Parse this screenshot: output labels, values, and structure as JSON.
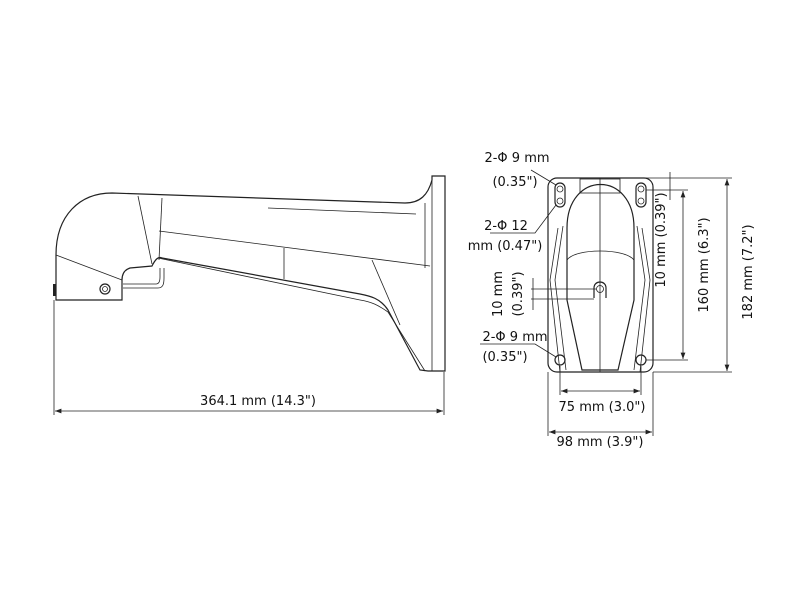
{
  "side_view": {
    "length_label": "364.1 mm (14.3\")"
  },
  "front_view": {
    "top_holes_label_1": "2-Φ 9 mm",
    "top_holes_label_2": "(0.35\")",
    "slot_label_1": "2-Φ 12",
    "slot_label_2": "mm (0.47\")",
    "center_offset_label_1": "10 mm",
    "center_offset_label_2": "(0.39\")",
    "bottom_holes_label_1": "2-Φ 9 mm",
    "bottom_holes_label_2": "(0.35\")",
    "top_offset_label": "10 mm (0.39\")",
    "hole_spacing_vertical_label": "160 mm (6.3\")",
    "height_label": "182 mm (7.2\")",
    "hole_spacing_horizontal_label": "75 mm (3.0\")",
    "width_label": "98 mm (3.9\")"
  }
}
